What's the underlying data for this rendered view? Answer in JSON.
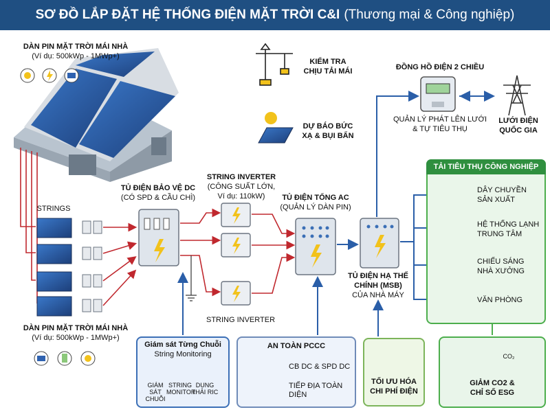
{
  "title": {
    "bold": "SƠ ĐỒ LẮP ĐẶT HỆ THỐNG ĐIỆN MẶT TRỜI C&I",
    "normal": "(Thương mại & Công nghiệp)"
  },
  "roof_top": {
    "line1": "DÀN PIN MẶT TRỜI MÁI NHÀ",
    "line2": "(Ví dụ: 500kWp - 1MWp+)"
  },
  "roof_bottom": {
    "line1": "DÀN PIN MẶT TRỜI MÁI NHÀ",
    "line2": "(Ví dụ: 500kWp - 1MWp+)"
  },
  "check_load": {
    "line1": "KIỂM TRA",
    "line2": "CHỊU TẢI MÁI"
  },
  "forecast": {
    "line1": "DỰ BÁO BỨC",
    "line2": "XẠ & BỤI BẨN"
  },
  "strings_label": "STRINGS",
  "dc_box": {
    "line1": "TỦ ĐIỆN BẢO VỆ DC",
    "line2": "(CÓ SPD & CẦU CHÌ)"
  },
  "inverter": {
    "line1": "STRING INVERTER",
    "line2": "(CÔNG SUẤT LỚN,",
    "line3": "Ví dụ: 110kW)",
    "bottom": "STRING INVERTER"
  },
  "ac_box": {
    "line1": "TỦ ĐIỆN TỔNG AC",
    "line2": "(QUẢN LÝ DÀN PIN)"
  },
  "msb": {
    "line1": "TỦ ĐIỆN HẠ THẾ",
    "line2": "CHÍNH (MSB)",
    "line3": "CỦA NHÀ MÁY"
  },
  "meter": {
    "title": "ĐỒNG HỒ ĐIỆN 2 CHIỀU",
    "line1": "QUẢN LÝ PHÁT LÊN LƯỚI",
    "line2": "& TỰ TIÊU THỤ"
  },
  "grid": {
    "line1": "LƯỚI ĐIỆN",
    "line2": "QUỐC GIA"
  },
  "loads": {
    "title": "TẢI TIÊU THỤ CÔNG NGHIỆP",
    "items": [
      {
        "l1": "DÂY CHUYỀN",
        "l2": "SẢN XUẤT"
      },
      {
        "l1": "HỆ THỐNG LẠNH",
        "l2": "TRUNG TÂM"
      },
      {
        "l1": "CHIẾU SÁNG",
        "l2": "NHÀ XƯỞNG"
      },
      {
        "l1": "VĂN PHÒNG",
        "l2": ""
      }
    ]
  },
  "monitoring": {
    "line1": "Giám sát Từng Chuỗi",
    "line2": "String Monitoring",
    "icons": [
      {
        "l1": "GIÁM SÁT",
        "l2": "CHUỖI"
      },
      {
        "l1": "STRING",
        "l2": "MONITOR"
      },
      {
        "l1": "DUNG",
        "l2": "THẢI RIC"
      }
    ]
  },
  "safety": {
    "title": "AN TOÀN PCCC",
    "item1": "CB DC & SPD DC",
    "item2": "TIẾP ĐỊA TOÀN DIỆN"
  },
  "cost": {
    "line1": "TỐI ƯU HÓA",
    "line2": "CHI PHÍ ĐIỆN"
  },
  "eco": {
    "line1": "GIẢM CO2 &",
    "line2": "CHỈ SỐ ESG",
    "co2": "CO₂"
  },
  "colors": {
    "header": "#1f4f82",
    "red_line": "#c0282e",
    "blue_line": "#2a5ea8",
    "green": "#2f8f3f"
  }
}
